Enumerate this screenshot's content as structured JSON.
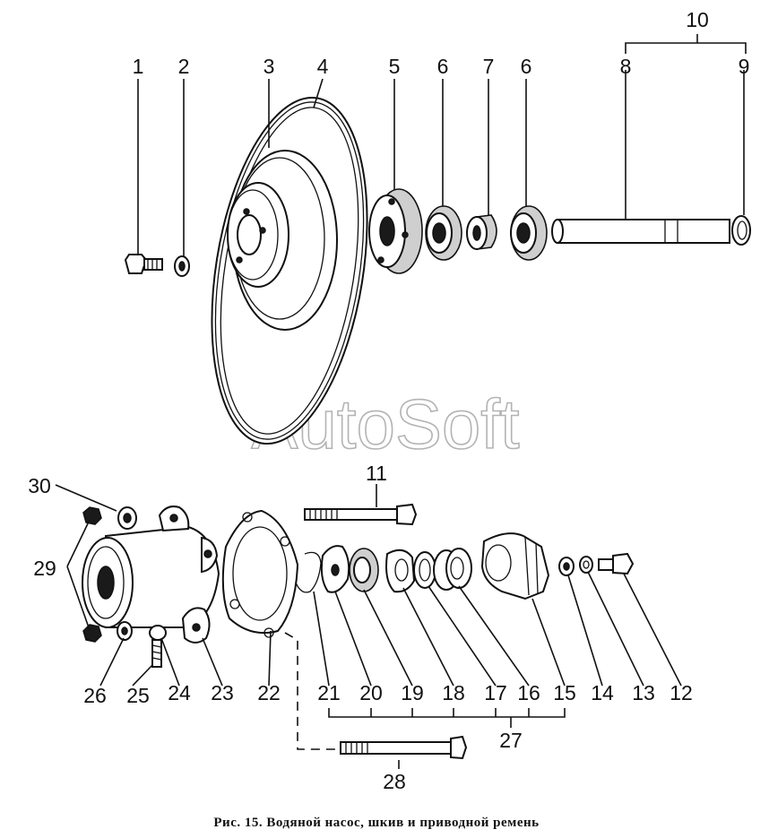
{
  "caption": "Рис. 15. Водяной насос, шкив и приводной ремень",
  "watermark": "AutoSoft",
  "labels": {
    "n1": "1",
    "n2": "2",
    "n3": "3",
    "n4": "4",
    "n5": "5",
    "n6a": "6",
    "n7": "7",
    "n6b": "6",
    "n8": "8",
    "n9": "9",
    "n10": "10",
    "n11": "11",
    "n12": "12",
    "n13": "13",
    "n14": "14",
    "n15": "15",
    "n16": "16",
    "n17": "17",
    "n18": "18",
    "n19": "19",
    "n20": "20",
    "n21": "21",
    "n22": "22",
    "n23": "23",
    "n24": "24",
    "n25": "25",
    "n26": "26",
    "n27": "27",
    "n28": "28",
    "n29": "29",
    "n30": "30"
  }
}
